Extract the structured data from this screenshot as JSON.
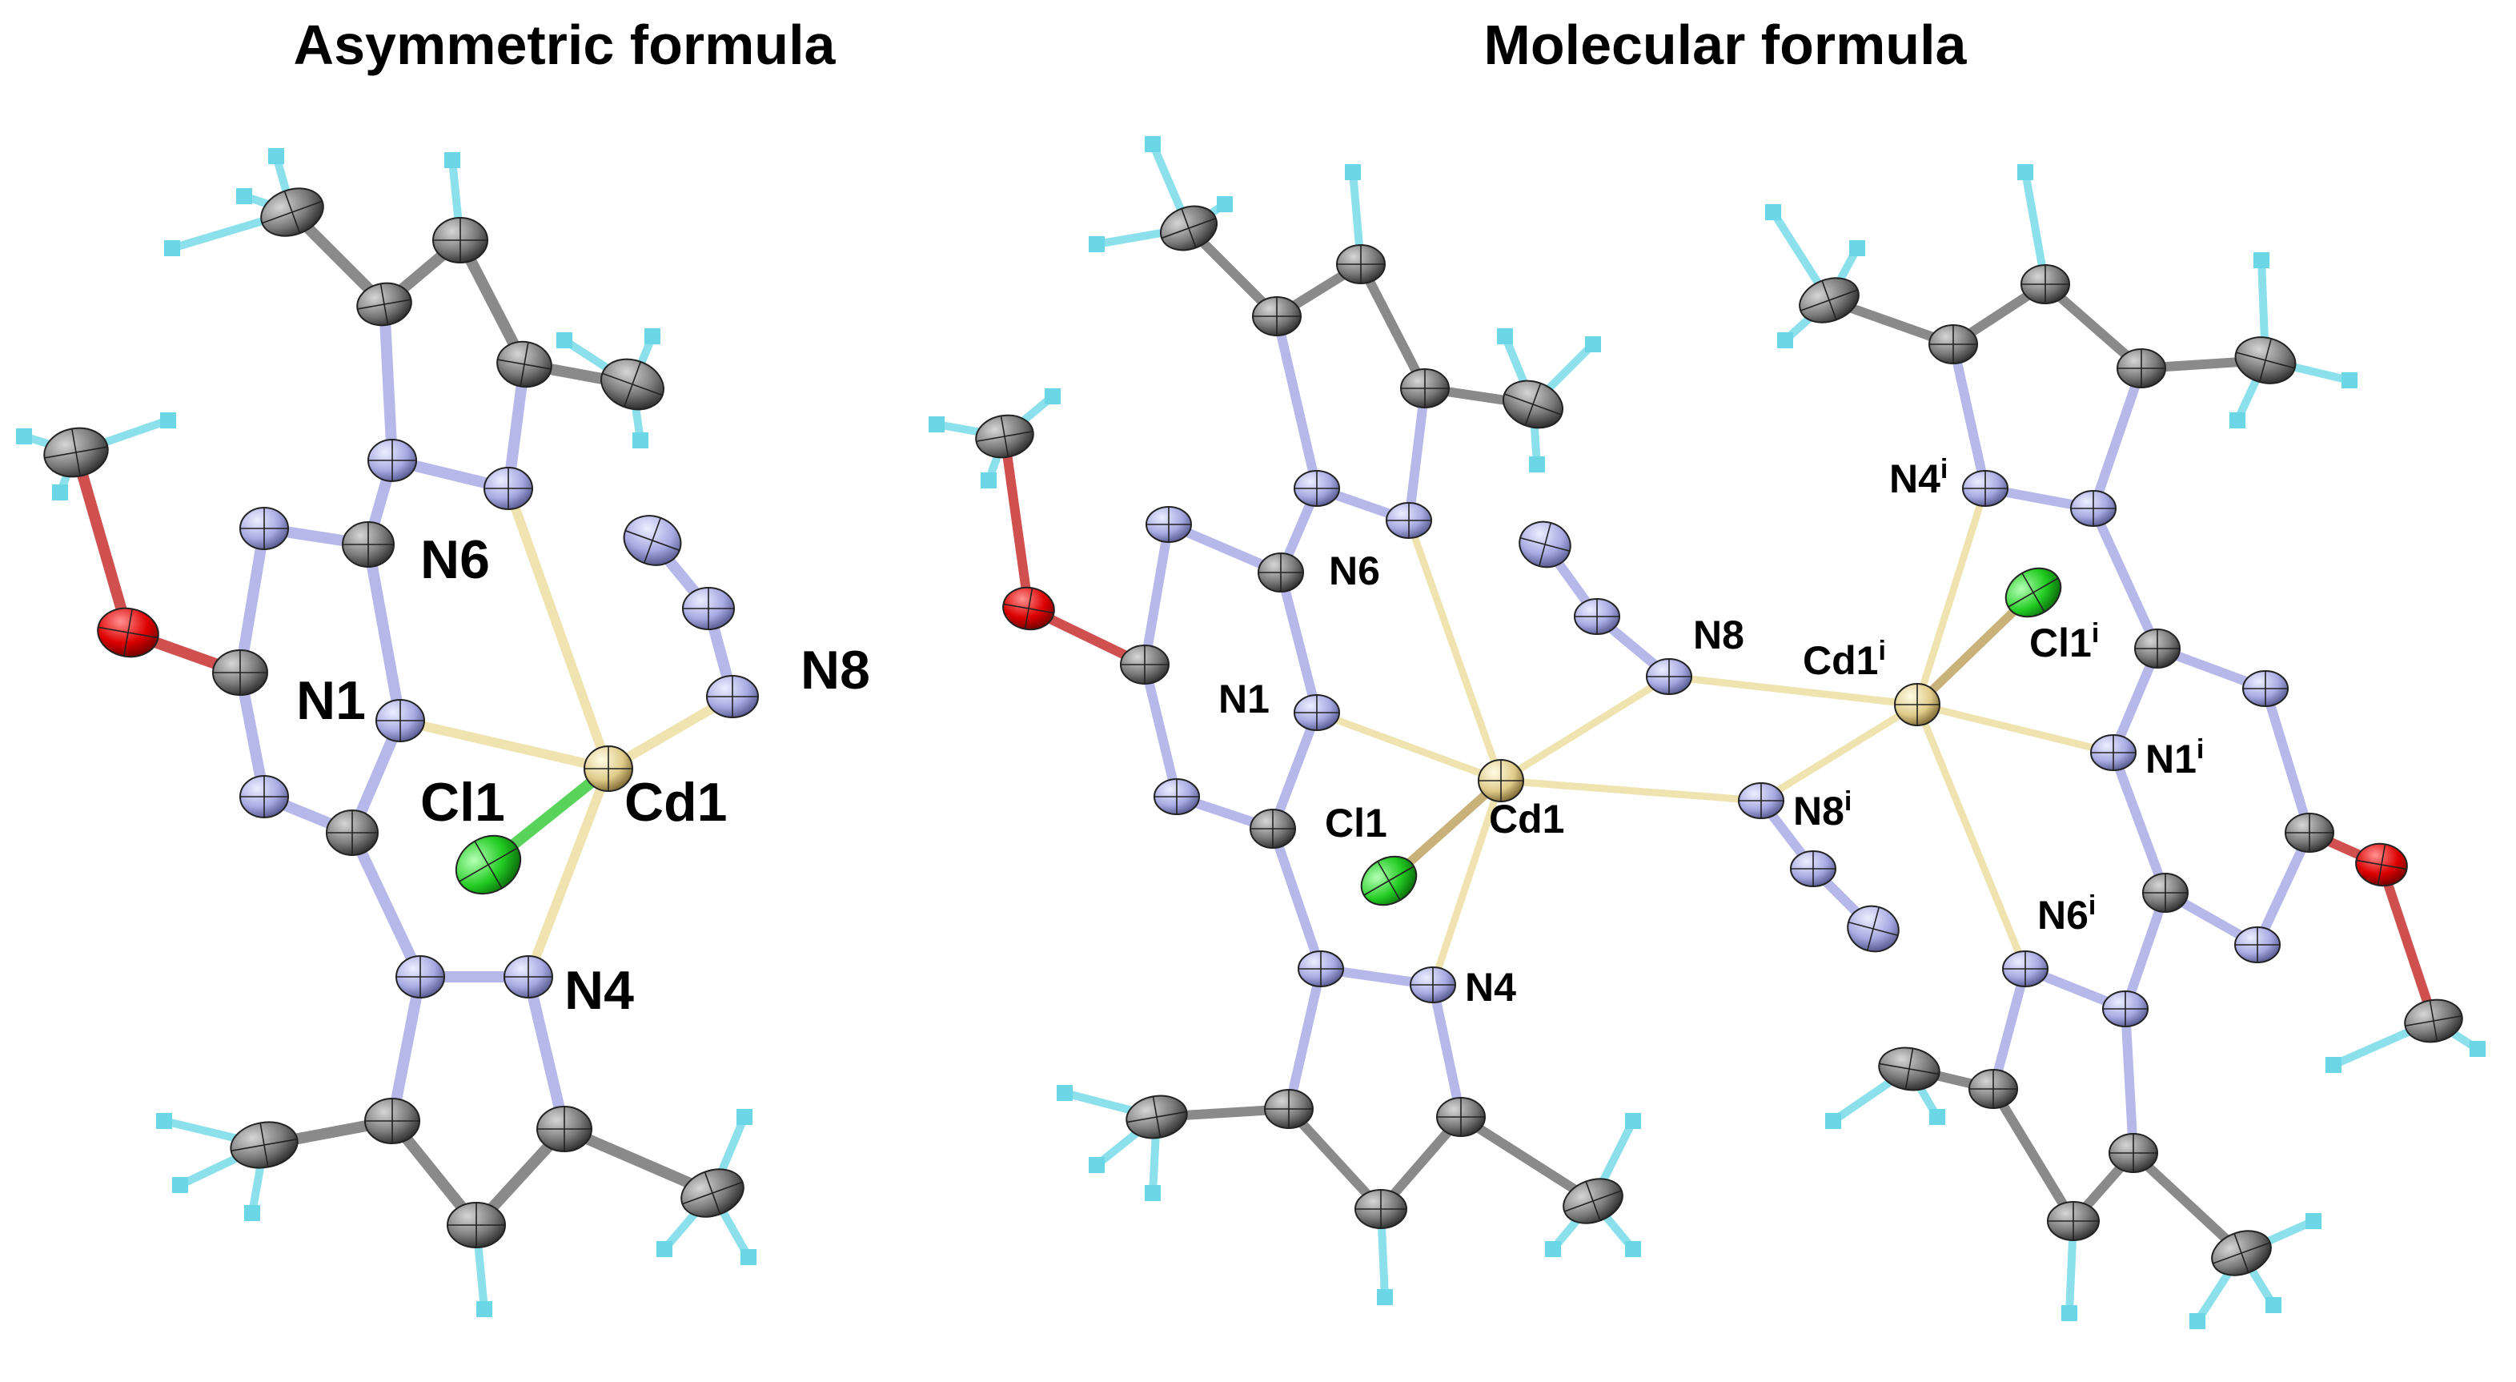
{
  "panels": {
    "left": {
      "title": "Asymmetric formula",
      "labels": {
        "N6": "N6",
        "N8": "N8",
        "N1": "N1",
        "Cl1": "Cl1",
        "Cd1": "Cd1",
        "N4": "N4"
      }
    },
    "right": {
      "title": "Molecular formula",
      "labels": {
        "N6": "N6",
        "N8": "N8",
        "N1": "N1",
        "Cl1": "Cl1",
        "Cd1": "Cd1",
        "N4": "N4",
        "N4i": "N4",
        "Cd1i": "Cd1",
        "Cl1i": "Cl1",
        "N8i": "N8",
        "N1i": "N1",
        "N6i": "N6",
        "sup": "i"
      }
    }
  },
  "colors": {
    "carbon": "#8c8c8c",
    "nitrogen": "#a9abe3",
    "oxygen": "#e00000",
    "chlorine": "#22cc22",
    "cadmium": "#e0cc8a",
    "hydrogen": "#6ad6e6",
    "bond_cd": "#efe3b0",
    "bond_n": "#b6b8ea",
    "bond_c": "#8a8a8a"
  }
}
